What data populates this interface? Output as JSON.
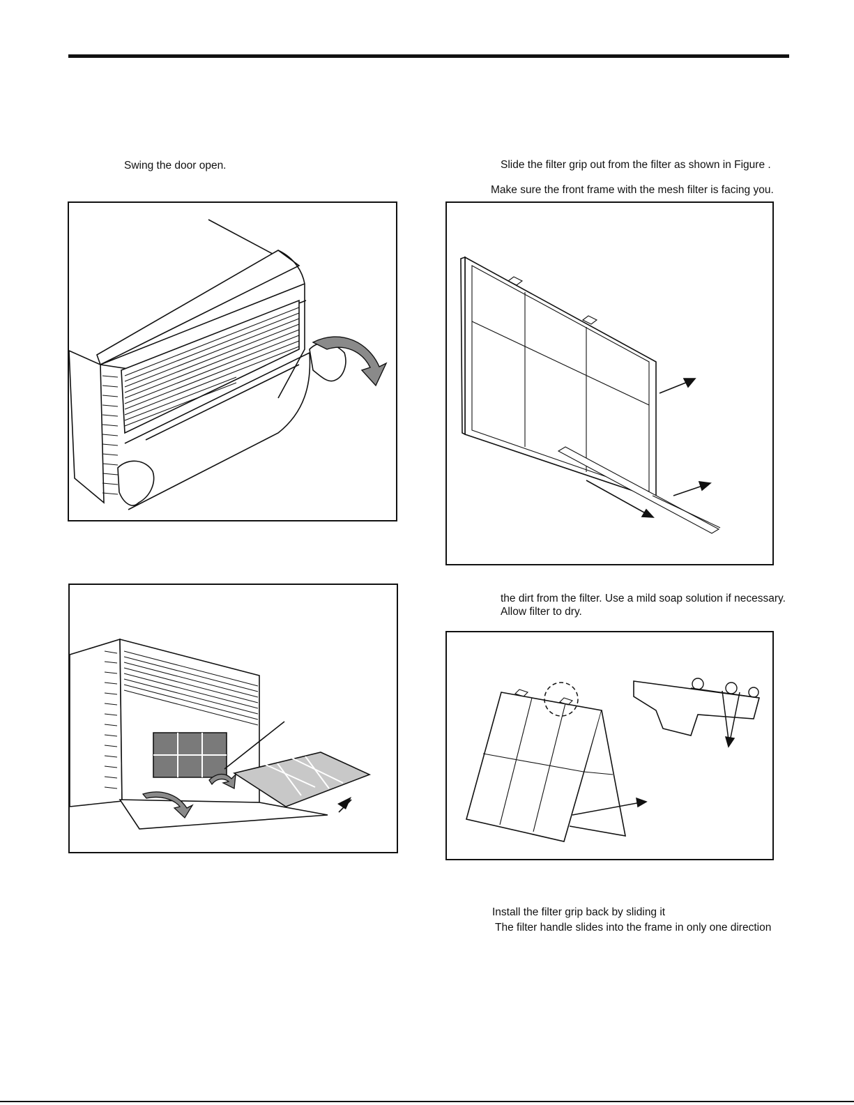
{
  "steps": {
    "swing_door": "Swing the door open.",
    "slide_grip": "Slide the filter grip out from the filter as shown in Figure   .",
    "front_frame": "Make sure the front frame with the mesh filter is facing you.",
    "clean_line1": "the dirt from the filter.  Use a mild soap solution if necessary.",
    "clean_line2": "Allow filter to dry.",
    "install_line1": "Install the filter grip back by sliding it",
    "install_line2": "The filter handle slides into the frame in only one direction"
  },
  "figures": {
    "fig_a_icon": "door-open-illustration",
    "fig_b_icon": "filter-grip-slide-illustration",
    "fig_c_icon": "filter-removal-illustration",
    "fig_d_icon": "filter-frame-open-illustration"
  }
}
